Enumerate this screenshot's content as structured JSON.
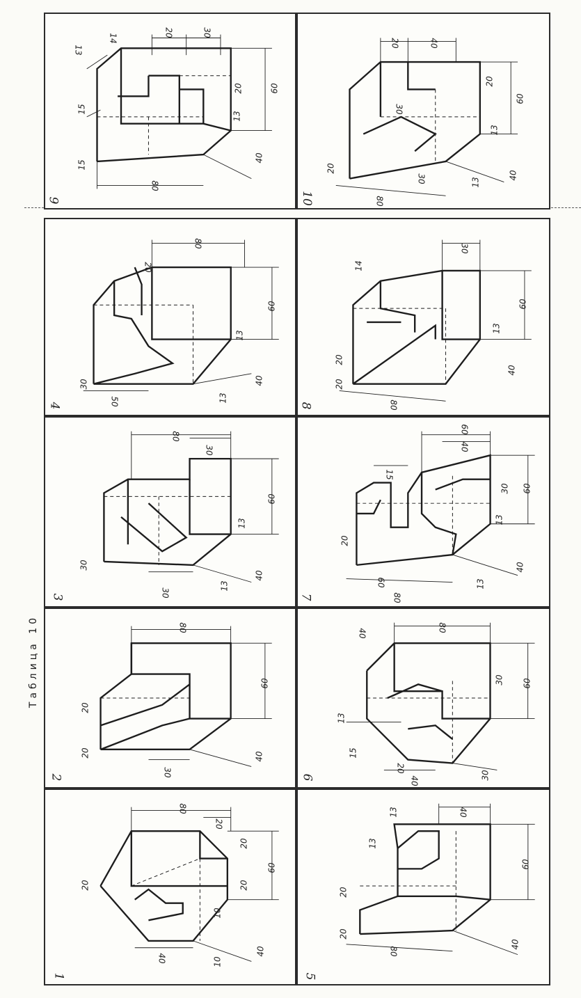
{
  "table_title": "Таблица 10",
  "cells": [
    {
      "id": "1",
      "number": "1",
      "dims": [
        "80",
        "20",
        "20",
        "60",
        "20",
        "10",
        "10",
        "40",
        "40",
        "20"
      ]
    },
    {
      "id": "2",
      "number": "2",
      "dims": [
        "80",
        "60",
        "20",
        "20",
        "30",
        "40"
      ]
    },
    {
      "id": "3",
      "number": "3",
      "dims": [
        "80",
        "30",
        "60",
        "30",
        "30",
        "13",
        "13",
        "40"
      ]
    },
    {
      "id": "4",
      "number": "4",
      "dims": [
        "80",
        "20",
        "60",
        "30",
        "50",
        "13",
        "13",
        "40"
      ]
    },
    {
      "id": "5",
      "number": "5",
      "dims": [
        "40",
        "13",
        "13",
        "60",
        "20",
        "20",
        "80",
        "40"
      ]
    },
    {
      "id": "6",
      "number": "6",
      "dims": [
        "40",
        "80",
        "13",
        "15",
        "30",
        "60",
        "20",
        "40",
        "30"
      ]
    },
    {
      "id": "7",
      "number": "7",
      "dims": [
        "60",
        "40",
        "15",
        "30",
        "60",
        "20",
        "60",
        "80",
        "13",
        "13",
        "40"
      ]
    },
    {
      "id": "8",
      "number": "8",
      "dims": [
        "30",
        "14",
        "60",
        "20",
        "20",
        "80",
        "13",
        "40"
      ]
    },
    {
      "id": "9",
      "number": "9",
      "dims": [
        "13",
        "14",
        "20",
        "30",
        "15",
        "20",
        "60",
        "15",
        "80",
        "13",
        "40"
      ]
    },
    {
      "id": "10",
      "number": "10",
      "dims": [
        "20",
        "40",
        "30",
        "20",
        "60",
        "20",
        "80",
        "30",
        "13",
        "13",
        "40"
      ]
    }
  ]
}
